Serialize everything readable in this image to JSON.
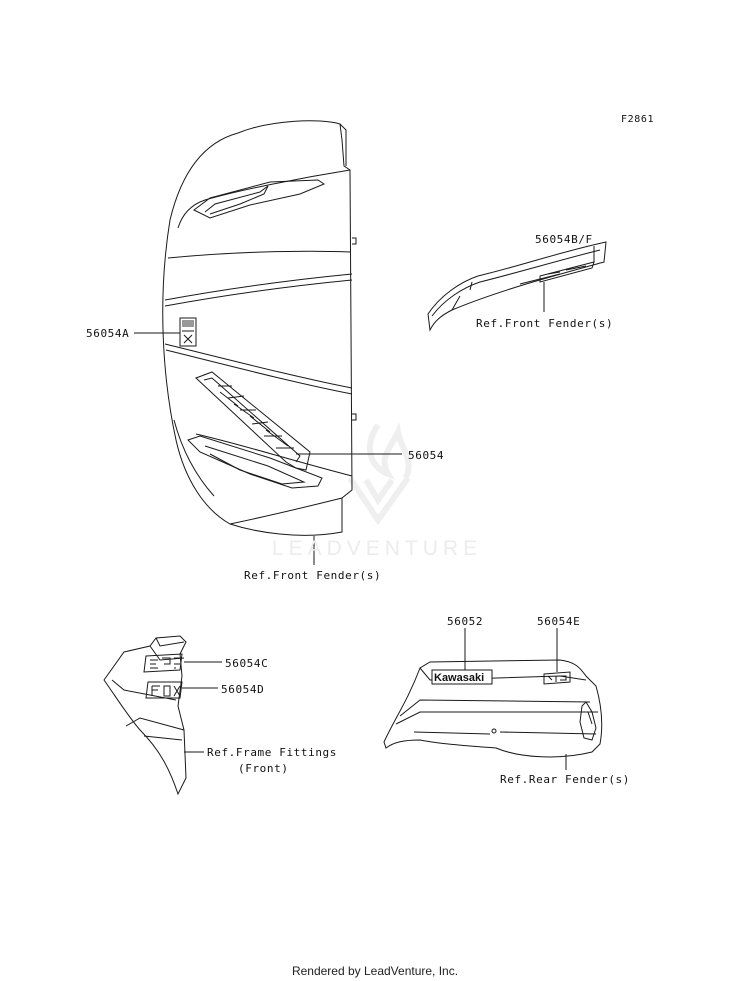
{
  "figure_id": "F2861",
  "labels": {
    "part_56054bf": "56054B/F",
    "ref_front_fender_right": "Ref.Front Fender(s)",
    "part_56054a": "56054A",
    "part_56054": "56054",
    "ref_front_fender_center": "Ref.Front Fender(s)",
    "part_56052": "56052",
    "part_56054e": "56054E",
    "part_56054c": "56054C",
    "part_56054d": "56054D",
    "ref_frame_fittings_line1": "Ref.Frame Fittings",
    "ref_frame_fittings_line2": "(Front)",
    "ref_rear_fender": "Ref.Rear Fender(s)"
  },
  "decal_text": {
    "kawasaki": "Kawasaki",
    "eps": "EPS",
    "fox": "FOX"
  },
  "watermark": "LEADVENTURE",
  "footer": "Rendered by LeadVenture, Inc.",
  "colors": {
    "line": "#1a1a1a",
    "watermark": "#ececec"
  }
}
